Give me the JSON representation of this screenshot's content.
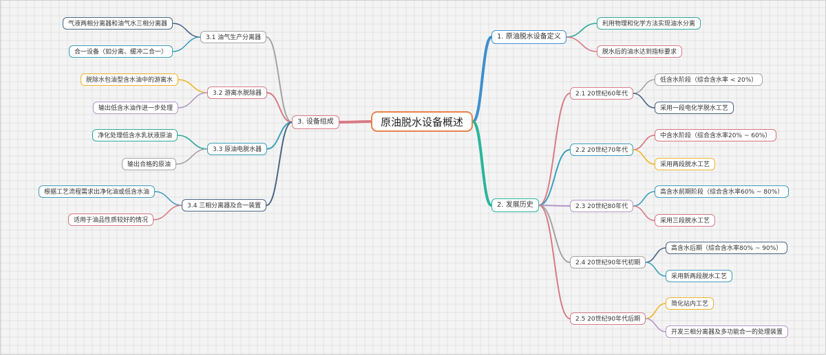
{
  "root": {
    "label": "原油脱水设备概述",
    "color": "#e7824b"
  },
  "branches": {
    "definition": {
      "label": "1. 原油脱水设备定义",
      "color": "#3d8fcf",
      "children": [
        {
          "label": "利用物理和化学方法实现油水分离",
          "color": "#2ea89a"
        },
        {
          "label": "脱水后的油水达到指标要求",
          "color": "#d87a86"
        }
      ]
    },
    "history": {
      "label": "2. 发展历史",
      "color": "#2ab59b",
      "children": [
        {
          "label": "2.1 20世纪60年代",
          "color": "#d87a86",
          "children": [
            {
              "label": "低含水阶段（综合含水率 < 20%）",
              "color": "#a3a3a3"
            },
            {
              "label": "采用一段电化学脱水工艺",
              "color": "#4a6584"
            }
          ]
        },
        {
          "label": "2.2 20世纪70年代",
          "color": "#3b9ebb",
          "children": [
            {
              "label": "中含水阶段（综合含水率20% ~ 60%）",
              "color": "#d8707a"
            },
            {
              "label": "采用两段脱水工艺",
              "color": "#f0b429"
            }
          ]
        },
        {
          "label": "2.3 20世纪80年代",
          "color": "#b497c7",
          "children": [
            {
              "label": "高含水前期阶段（综合含水率60% ~ 80%）",
              "color": "#3b9ebb"
            },
            {
              "label": "采用三段脱水工艺",
              "color": "#d87a86"
            }
          ]
        },
        {
          "label": "2.4 20世纪90年代初期",
          "color": "#a3a3a3",
          "children": [
            {
              "label": "高含水后期（综合含水率80% ~ 90%）",
              "color": "#4a6584"
            },
            {
              "label": "采用新两段脱水工艺",
              "color": "#3b9ebb"
            }
          ]
        },
        {
          "label": "2.5 20世纪90年代后期",
          "color": "#d87a86",
          "children": [
            {
              "label": "简化站内工艺",
              "color": "#f0b429"
            },
            {
              "label": "开发三相分离器及多功能合一的处理装置",
              "color": "#b497c7"
            }
          ]
        }
      ]
    },
    "equipment": {
      "label": "3. 设备组成",
      "color": "#d87a86",
      "children": [
        {
          "label": "3.1 油气生产分离器",
          "color": "#a3a3a3",
          "children": [
            {
              "label": "气液两相分离器和油气水三相分离器",
              "color": "#4a6584"
            },
            {
              "label": "合一设备（如分离、缓冲二合一）",
              "color": "#3b9ebb"
            }
          ]
        },
        {
          "label": "3.2 游离水脱除器",
          "color": "#d87a86",
          "children": [
            {
              "label": "脱除水包油型含水油中的游离水",
              "color": "#f0b429"
            },
            {
              "label": "输出低含水油作进一步处理",
              "color": "#b497c7"
            }
          ]
        },
        {
          "label": "3.3 原油电脱水器",
          "color": "#3b9ebb",
          "children": [
            {
              "label": "净化处理低含水乳状液原油",
              "color": "#2ea89a"
            },
            {
              "label": "输出合格的原油",
              "color": "#a3a3a3"
            }
          ]
        },
        {
          "label": "3.4 三相分离器及合一装置",
          "color": "#4a6584",
          "children": [
            {
              "label": "根据工艺流程需求出净化油或低含水油",
              "color": "#3b9ebb"
            },
            {
              "label": "适用于油品性质较好的情况",
              "color": "#d87a86"
            }
          ]
        }
      ]
    }
  }
}
